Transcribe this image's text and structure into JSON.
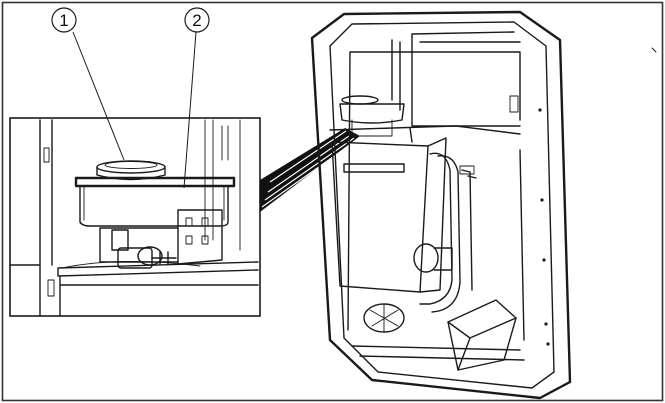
{
  "callouts": [
    {
      "label": "1",
      "part": "lid"
    },
    {
      "label": "2",
      "part": "container"
    }
  ],
  "colors": {
    "line": "#1a1a1a",
    "background": "#ffffff",
    "frame": "#333333"
  }
}
